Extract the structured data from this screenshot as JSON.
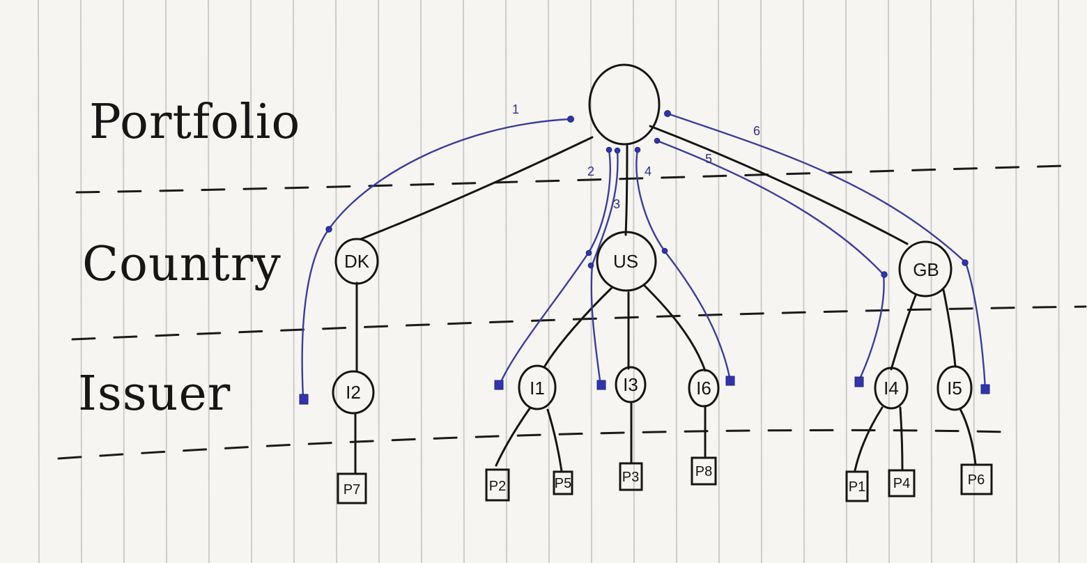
{
  "rows": {
    "portfolio": "Portfolio",
    "country": "Country",
    "issuer": "Issuer"
  },
  "nodes": {
    "root": "",
    "dk": "DK",
    "us": "US",
    "gb": "GB",
    "i1": "I1",
    "i2": "I2",
    "i3": "I3",
    "i4": "I4",
    "i5": "I5",
    "i6": "I6",
    "p1": "P1",
    "p2": "P2",
    "p3": "P3",
    "p4": "P4",
    "p5": "P5",
    "p6": "P6",
    "p7": "P7",
    "p8": "P8"
  },
  "path_labels": {
    "one": "1",
    "two": "2",
    "three": "3",
    "four": "4",
    "five": "5",
    "six": "6"
  },
  "colors": {
    "paper": "#f6f5f1",
    "ruled_line": "#c8c8c8",
    "ink": "#151515",
    "blue_ink": "#3a3ca0",
    "blue_marker": "#2f35b0"
  }
}
